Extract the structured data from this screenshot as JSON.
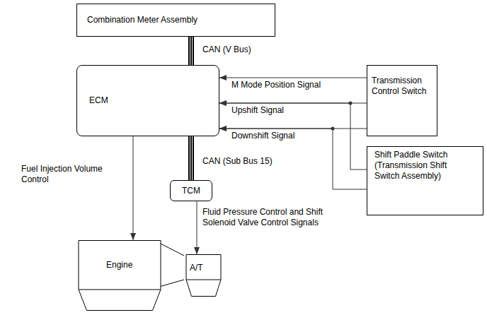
{
  "diagram": {
    "nodes": [
      {
        "text": [
          "Combination Meter Assembly"
        ]
      },
      {
        "text": [
          "ECM"
        ]
      },
      {
        "text": [
          "Transmission Control Switch"
        ]
      },
      {
        "text": [
          "Shift Paddle Switch (Transmission Shift Switch Assembly)"
        ]
      },
      {
        "text": [
          "TCM"
        ]
      },
      {
        "text": [
          "Engine"
        ]
      },
      {
        "text": [
          "A/T"
        ]
      }
    ],
    "edges": [
      {
        "from": 0,
        "to": 1,
        "arrow": "none",
        "label": "CAN (V Bus)"
      },
      {
        "from": 1,
        "to": 4,
        "arrow": "none",
        "label": "CAN (Sub Bus 15)"
      },
      {
        "from": 2,
        "to": 1,
        "arrow": "to",
        "label": "M Mode Position Signal"
      },
      {
        "from": 2,
        "to": 1,
        "arrow": "to",
        "label": "Upshift Signal"
      },
      {
        "from": 2,
        "to": 1,
        "arrow": "to",
        "label": "Downshift Signal"
      },
      {
        "from": 3,
        "to": 1,
        "arrow": "to"
      },
      {
        "from": 3,
        "to": 1,
        "arrow": "to"
      },
      {
        "from": 1,
        "to": 5,
        "arrow": "to",
        "label": "Fuel Injection Volume Control"
      },
      {
        "from": 4,
        "to": 6,
        "arrow": "to",
        "label": "Fluid Pressure Control and Shift Solenoid Valve Control Signals"
      }
    ]
  }
}
